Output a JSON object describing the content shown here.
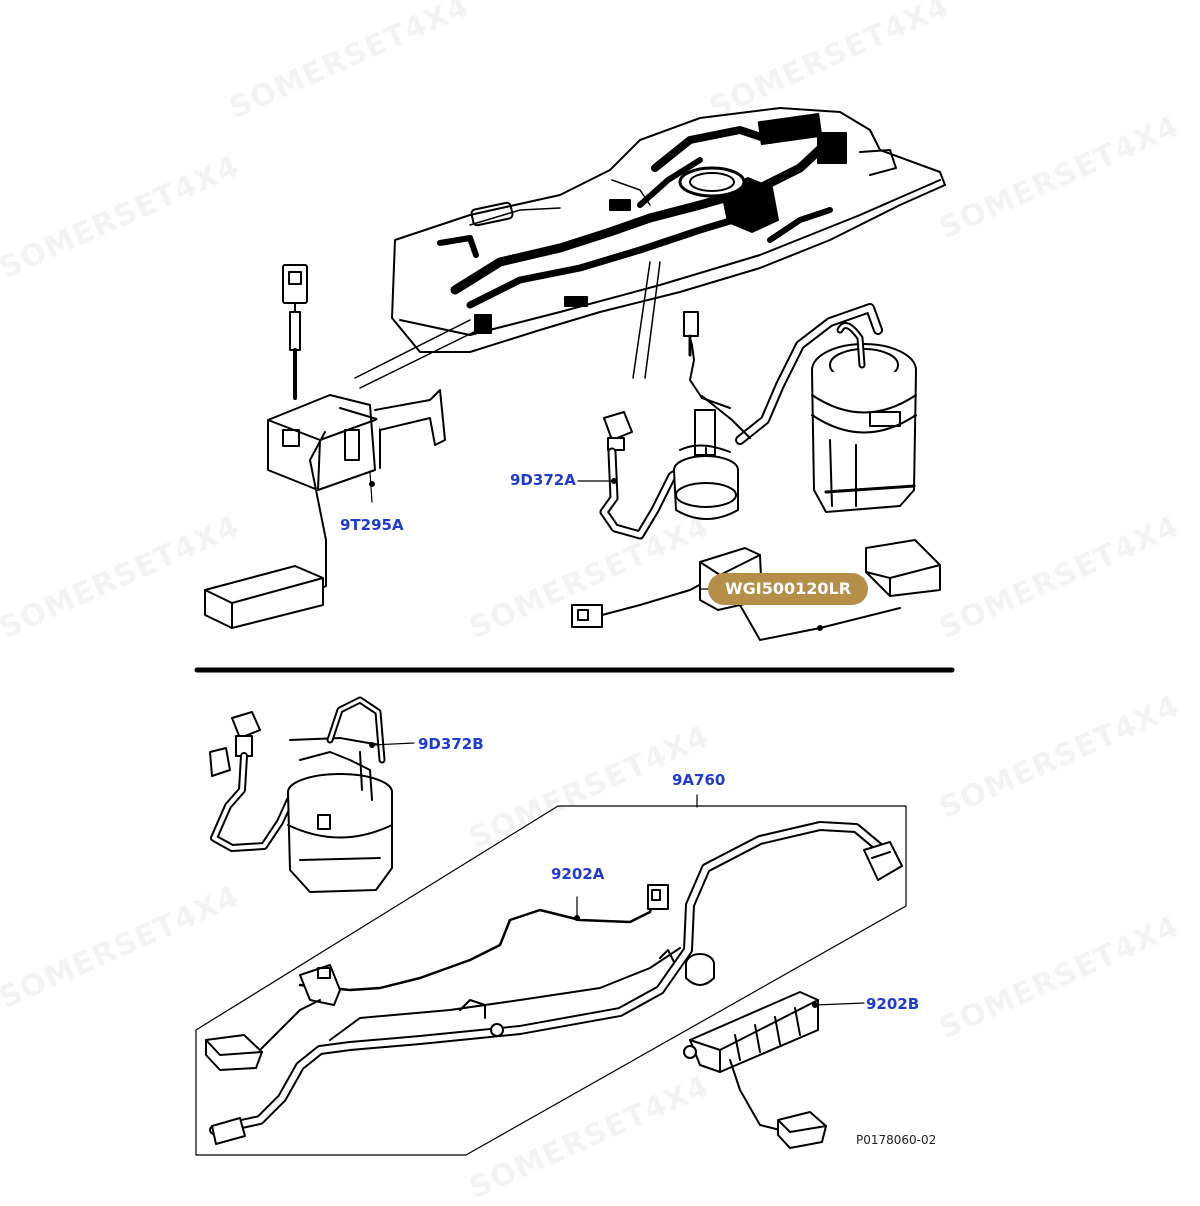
{
  "watermark_text": "SOMERSET4X4",
  "callouts": {
    "top_sender": "9T295A",
    "top_pump_pipe": "9D372A",
    "bottom_pump": "9D372B",
    "assembly_frame": "9A760",
    "harness": "9202A",
    "sender_b": "9202B"
  },
  "badge": {
    "part_number": "WGI500120LR"
  },
  "reference_code": "P0178060-02",
  "colors": {
    "callout": "#1f3bd6",
    "badge_bg": "#b58e4a",
    "line": "#000000"
  }
}
